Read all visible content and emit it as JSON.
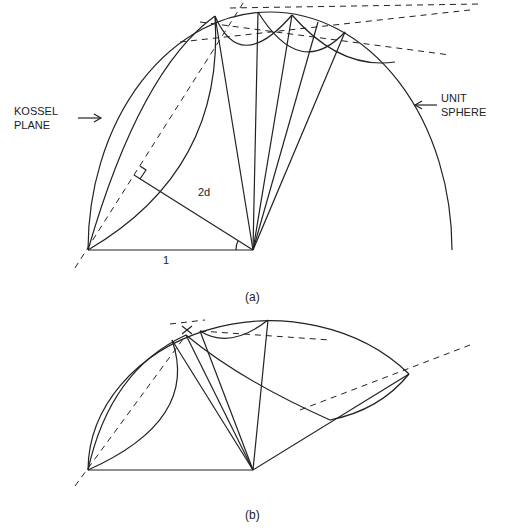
{
  "diagram": {
    "labels": [
      "KOSSEL PLANE",
      "2d",
      "1",
      "UNIT SPHERE",
      "(a)",
      "(b)"
    ]
  }
}
